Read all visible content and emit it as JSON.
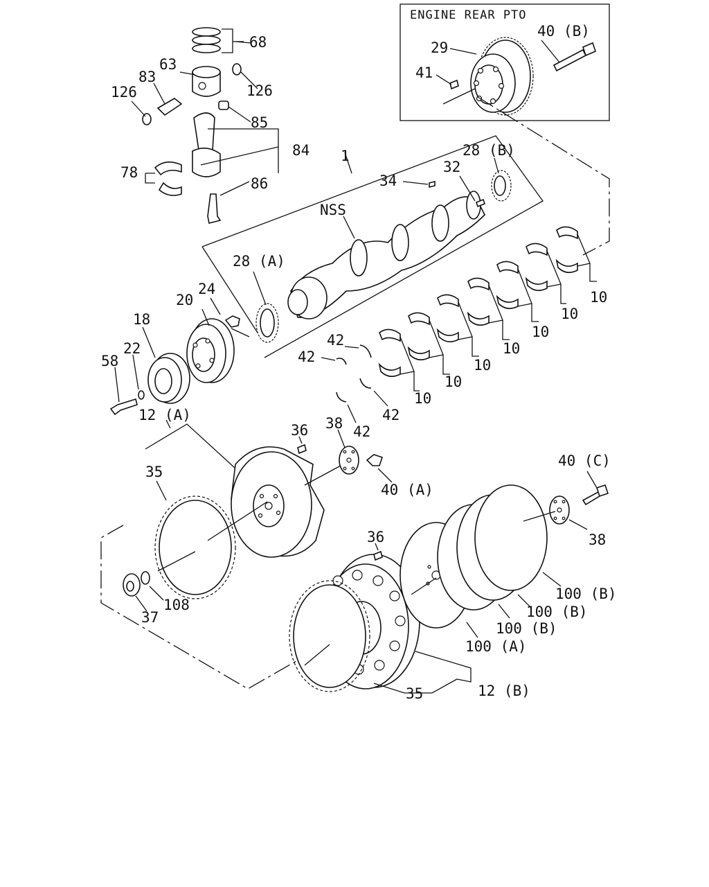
{
  "inset": {
    "title": "ENGINE REAR PTO"
  },
  "callouts": {
    "c68": "68",
    "c63": "63",
    "c83": "83",
    "c126a": "126",
    "c126b": "126",
    "c85": "85",
    "c84": "84",
    "c78": "78",
    "c86": "86",
    "c1": "1",
    "c34": "34",
    "c32": "32",
    "c28b": "28 (B)",
    "nss": "NSS",
    "c28a": "28 (A)",
    "c24": "24",
    "c20": "20",
    "c18": "18",
    "c22": "22",
    "c58": "58",
    "c10a": "10",
    "c10b": "10",
    "c10c": "10",
    "c10d": "10",
    "c10e": "10",
    "c10f": "10",
    "c10g": "10",
    "c42a": "42",
    "c42b": "42",
    "c42c": "42",
    "c42d": "42",
    "c12a": "12 (A)",
    "c35a": "35",
    "c36a": "36",
    "c38a": "38",
    "c40a": "40 (A)",
    "c40c": "40 (C)",
    "c38b": "38",
    "c36b": "36",
    "c100b1": "100 (B)",
    "c100b2": "100 (B)",
    "c100b3": "100 (B)",
    "c100a": "100 (A)",
    "c37": "37",
    "c108": "108",
    "c35b": "35",
    "c12b": "12 (B)",
    "c29": "29",
    "c40b": "40 (B)",
    "c41": "41"
  }
}
